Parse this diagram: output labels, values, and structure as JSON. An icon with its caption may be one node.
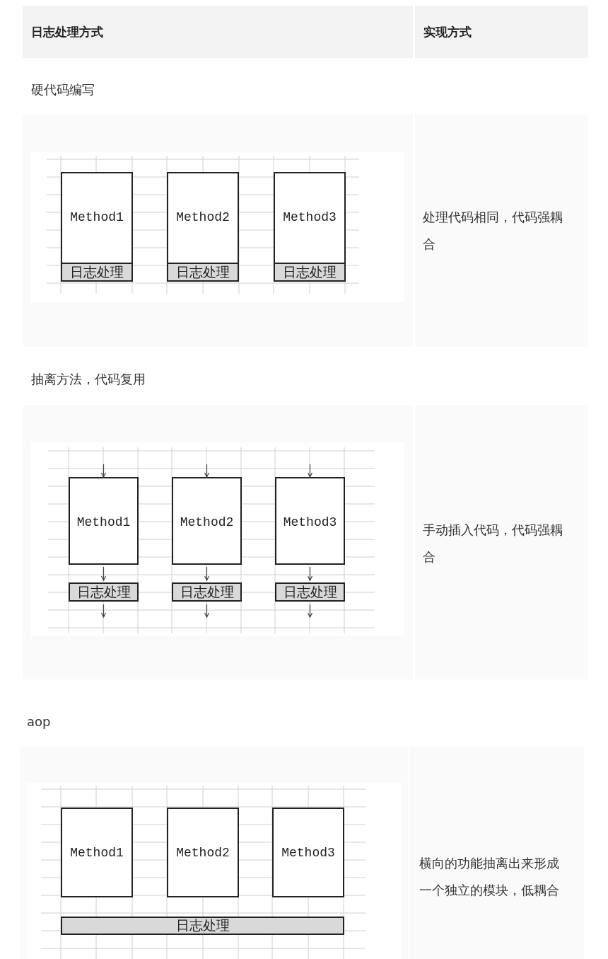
{
  "diagram": {
    "nodes": [
      {
        "text": [
          "Method1"
        ]
      },
      {
        "text": [
          "日志处理"
        ],
        "in": 0
      },
      {
        "text": [
          "Method2"
        ]
      },
      {
        "text": [
          "日志处理"
        ],
        "in": 2
      },
      {
        "text": [
          "Method3"
        ]
      },
      {
        "text": [
          "日志处理"
        ],
        "in": 4
      },
      {
        "text": [
          "Method1"
        ]
      },
      {
        "text": [
          "日志处理"
        ]
      },
      {
        "text": [
          "Method2"
        ]
      },
      {
        "text": [
          "日志处理"
        ]
      },
      {
        "text": [
          "Method3"
        ]
      },
      {
        "text": [
          "日志处理"
        ]
      },
      {
        "text": [
          "Method1"
        ]
      },
      {
        "text": [
          "Method2"
        ]
      },
      {
        "text": [
          "Method3"
        ]
      },
      {
        "text": [
          "日志处理"
        ]
      }
    ],
    "edges": [
      {
        "from": null,
        "to": 6,
        "arrow": "to"
      },
      {
        "from": null,
        "to": 8,
        "arrow": "to"
      },
      {
        "from": null,
        "to": 10,
        "arrow": "to"
      },
      {
        "from": 6,
        "to": 7,
        "arrow": "to"
      },
      {
        "from": 8,
        "to": 9,
        "arrow": "to"
      },
      {
        "from": 10,
        "to": 11,
        "arrow": "to"
      },
      {
        "from": 7,
        "to": null,
        "arrow": "to"
      },
      {
        "from": 9,
        "to": null,
        "arrow": "to"
      },
      {
        "from": 11,
        "to": null,
        "arrow": "to"
      }
    ],
    "labels": [
      "日志处理方式",
      "实现方式",
      "硬代码编写",
      "处理代码相同，代码强耦合",
      "抽离方法，代码复用",
      "手动插入代码，代码强耦合",
      "aop",
      "横向的功能抽离出来形成一个独立的模块，低耦合"
    ]
  }
}
